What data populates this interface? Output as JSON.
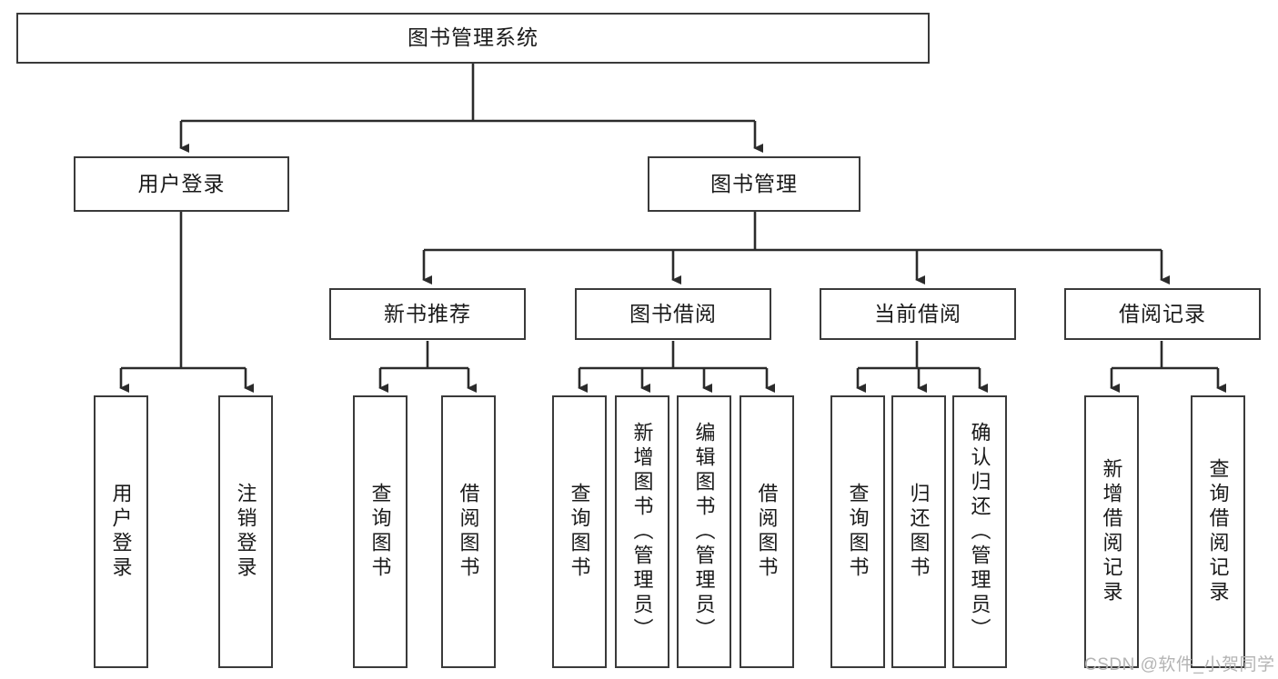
{
  "diagram": {
    "title": "图书管理系统",
    "type": "tree-hierarchy-chart",
    "colors": {
      "box_border": "#3a3a3a",
      "box_fill": "#ffffff",
      "connector": "#2b2b2b",
      "text": "#1a1a1a",
      "watermark": "#b4b4b4"
    },
    "nodes": {
      "root": {
        "label": "图书管理系统",
        "orientation": "horizontal"
      },
      "level2": [
        {
          "id": "user-login",
          "label": "用户登录",
          "orientation": "horizontal"
        },
        {
          "id": "book-management",
          "label": "图书管理",
          "orientation": "horizontal"
        }
      ],
      "level3": [
        {
          "id": "new-book-recommend",
          "label": "新书推荐",
          "orientation": "horizontal"
        },
        {
          "id": "book-borrow",
          "label": "图书借阅",
          "orientation": "horizontal"
        },
        {
          "id": "current-borrow",
          "label": "当前借阅",
          "orientation": "horizontal"
        },
        {
          "id": "borrow-record",
          "label": "借阅记录",
          "orientation": "horizontal"
        }
      ],
      "leaves": {
        "user-login": [
          {
            "id": "leaf-user-login",
            "label": "用户登录",
            "orientation": "vertical"
          },
          {
            "id": "leaf-logout",
            "label": "注销登录",
            "orientation": "vertical"
          }
        ],
        "new-book-recommend": [
          {
            "id": "leaf-query-book-1",
            "label": "查询图书",
            "orientation": "vertical"
          },
          {
            "id": "leaf-borrow-book-1",
            "label": "借阅图书",
            "orientation": "vertical"
          }
        ],
        "book-borrow": [
          {
            "id": "leaf-query-book-2",
            "label": "查询图书",
            "orientation": "vertical"
          },
          {
            "id": "leaf-add-book",
            "label": "新增图书（管理员）",
            "orientation": "vertical"
          },
          {
            "id": "leaf-edit-book",
            "label": "编辑图书（管理员）",
            "orientation": "vertical"
          },
          {
            "id": "leaf-borrow-book-2",
            "label": "借阅图书",
            "orientation": "vertical"
          }
        ],
        "current-borrow": [
          {
            "id": "leaf-query-book-3",
            "label": "查询图书",
            "orientation": "vertical"
          },
          {
            "id": "leaf-return-book",
            "label": "归还图书",
            "orientation": "vertical"
          },
          {
            "id": "leaf-confirm-return",
            "label": "确认归还（管理员）",
            "orientation": "vertical"
          }
        ],
        "borrow-record": [
          {
            "id": "leaf-add-record",
            "label": "新增借阅记录",
            "orientation": "vertical"
          },
          {
            "id": "leaf-query-record",
            "label": "查询借阅记录",
            "orientation": "vertical"
          }
        ]
      }
    },
    "watermark": "CSDN @软件_小贺同学"
  }
}
